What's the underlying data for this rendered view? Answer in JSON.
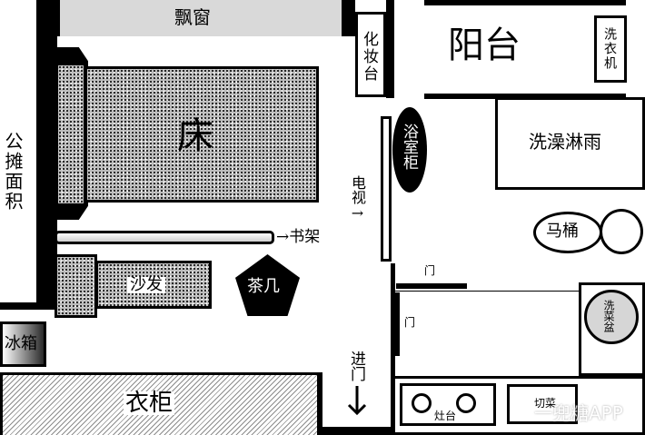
{
  "rooms": {
    "bay_window": "飘窗",
    "public_area": "公摊面积",
    "balcony": "阳台",
    "washer": "洗衣机",
    "vanity": "化妆台",
    "bed": "床",
    "shower": "洗澡淋雨",
    "bath_cabinet": "浴室柜",
    "tv": "电视→",
    "toilet": "马桶",
    "bookshelf": "→书架",
    "sofa": "沙发",
    "tea_table": "茶几",
    "door_upper": "门",
    "door_lower": "门",
    "sink": "洗菜盆",
    "fridge": "冰箱",
    "entrance": "进门",
    "wardrobe": "衣柜",
    "stove": "灶台",
    "cutting": "切菜"
  },
  "watermark": "一兜糖APP",
  "colors": {
    "wall": "#000000",
    "fill": "#ffffff",
    "hatch": "#8c8c8c",
    "stipple": "#bdbdbd"
  }
}
